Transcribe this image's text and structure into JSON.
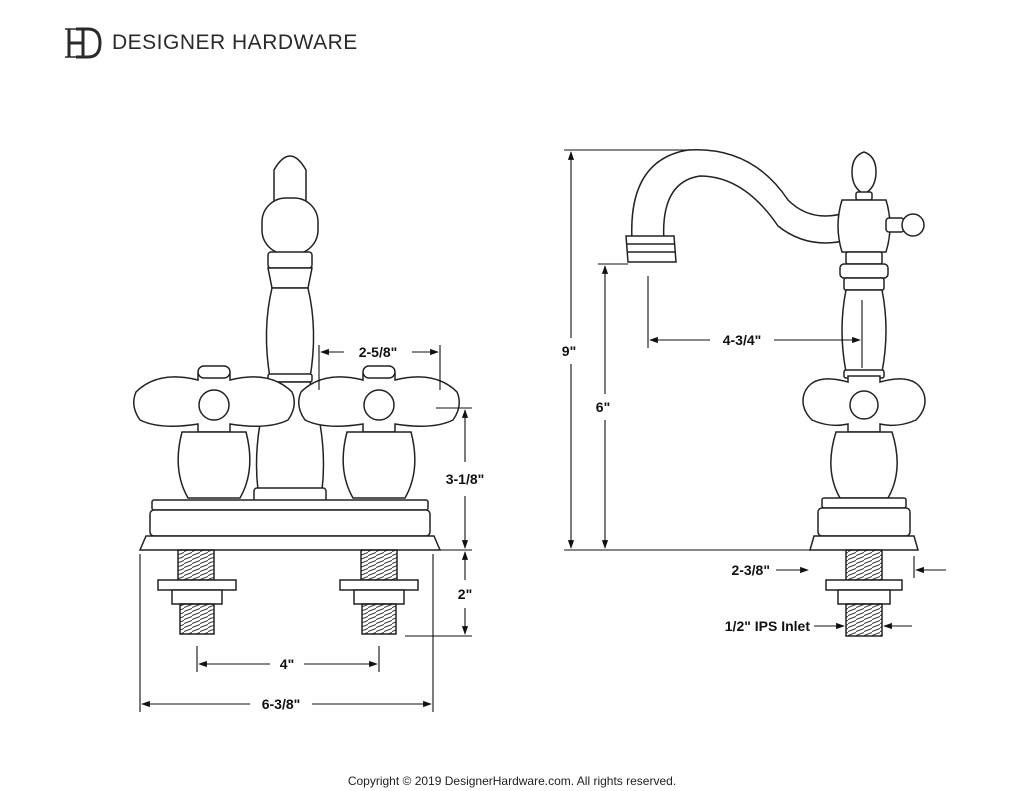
{
  "brand": {
    "monogram": "HD",
    "name": "DESIGNER HARDWARE"
  },
  "front_view": {
    "spout_handle_gap": "2-5/8\"",
    "handle_height": "3-1/8\"",
    "shank_length": "2\"",
    "center_spacing": "4\"",
    "overall_width": "6-3/8\""
  },
  "side_view": {
    "overall_height": "9\"",
    "spout_height": "6\"",
    "spout_reach": "4-3/4\"",
    "base_depth": "2-3/8\"",
    "inlet": "1/2\" IPS Inlet"
  },
  "footer": {
    "copyright": "Copyright © 2019 DesignerHardware.com. All rights reserved."
  }
}
